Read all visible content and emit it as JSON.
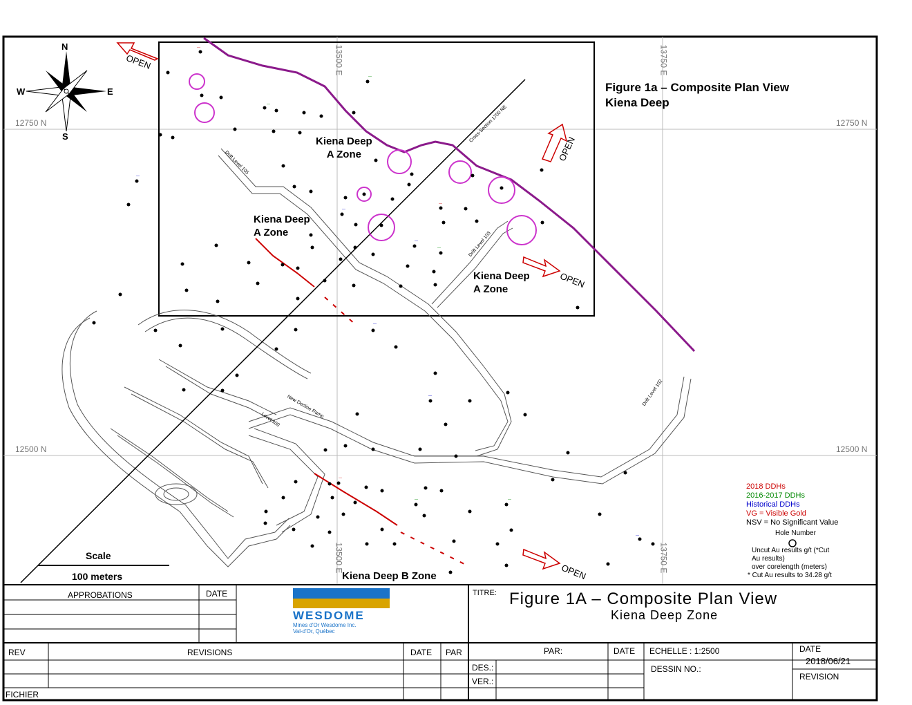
{
  "map_title": [
    "Figure 1a  –  Composite Plan View",
    "Kiena Deep"
  ],
  "north_arrow": {
    "n": "N",
    "s": "S",
    "e": "E",
    "w": "W",
    "icon": "compass-rose-icon"
  },
  "grid_labels": {
    "y_top": "12750 N",
    "y_bottom": "12500 N",
    "x_left": "13500 E",
    "x_right": "13750 E"
  },
  "zone_labels": [
    "Kiena Deep\nA Zone",
    "Kiena Deep\nA Zone",
    "Kiena Deep\nA Zone",
    "Kiena Deep B Zone"
  ],
  "open_label": "OPEN",
  "drift_labels": [
    "Drift Level 105",
    "Drift Level 103",
    "Drift Level 102",
    "New Decline Ramp",
    "Level 100",
    "Cross-Section 1700 NE"
  ],
  "scale": {
    "title": "Scale",
    "value": "100 meters"
  },
  "legend": {
    "items": [
      {
        "text": "2018 DDHs",
        "color": "#cc0000"
      },
      {
        "text": "2016-2017 DDHs",
        "color": "#008800"
      },
      {
        "text": "Historical DDHs",
        "color": "#0000cc"
      },
      {
        "text": "VG = Visible Gold",
        "color": "#cc0000"
      },
      {
        "text": "NSV = No Significant Value",
        "color": "#000000"
      }
    ],
    "hole_number": "Hole Number",
    "note_1": "Uncut Au results g/t (*Cut",
    "note_2": "Au results)",
    "note_3": "over corelength (meters)",
    "note_4": "* Cut Au results to 34.28 g/t"
  },
  "title_block": {
    "approbations": "APPROBATIONS",
    "date": "DATE",
    "rev": "REV",
    "revisions": "REVISIONS",
    "par": "PAR",
    "fichier": "FICHIER",
    "company": "WESDOME",
    "company_sub_1": "Mines d'Or Wesdome Inc.",
    "company_sub_2": "Val-d'Or, Québec",
    "titre": "TITRE:",
    "title_main": "Figure 1A  –  Composite  Plan  View",
    "title_sub": "Kiena  Deep  Zone",
    "par_colon": "PAR:",
    "echelle": "ECHELLE  :   1:2500",
    "date_label": "DATE",
    "date_value": "2018/06/21",
    "des": "DES.:",
    "ver": "VER.:",
    "dessin_no": "DESSIN  NO.:",
    "revision": "REVISION"
  },
  "colors": {
    "purple": "#8b1a8b",
    "magenta": "#cc33cc",
    "red": "#cc0000",
    "green": "#008800",
    "blue": "#0000cc",
    "wes_blue": "#1a73c8",
    "wes_gold": "#d9a400"
  }
}
